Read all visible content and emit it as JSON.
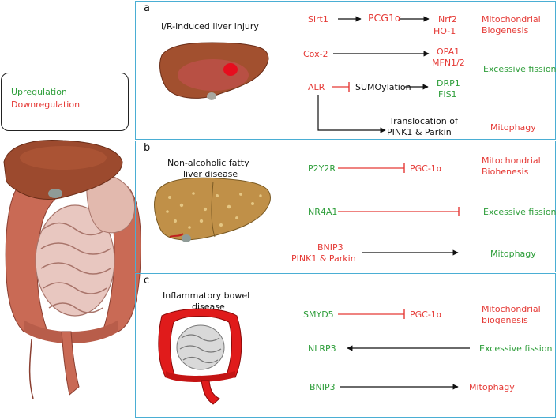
{
  "legend": {
    "up": "Upregulation",
    "down": "Downregulation"
  },
  "colors": {
    "upregulation": "#2e9e3a",
    "downregulation": "#e53935",
    "panel_border": "#4aaed4"
  },
  "panel_a": {
    "letter": "a",
    "title": "I/R-induced liver injury",
    "sirt1": "Sirt1",
    "pcg1a": "PCG1α",
    "nrf2": "Nrf2",
    "ho1": "HO-1",
    "mito_bio_1": "Mitochondrial",
    "mito_bio_2": "Biogenesis",
    "cox2": "Cox-2",
    "opa1": "OPA1",
    "mfn": "MFN1/2",
    "excessive_fission": "Excessive fission",
    "alr": "ALR",
    "sumoylation": "SUMOylation",
    "drp1": "DRP1",
    "fis1": "FIS1",
    "translocation_1": "Translocation of",
    "translocation_2": "PINK1 & Parkin",
    "mitophagy": "Mitophagy"
  },
  "panel_b": {
    "letter": "b",
    "title_1": "Non-alcoholic fatty",
    "title_2": "liver disease",
    "p2y2r": "P2Y2R",
    "pgc1a": "PGC-1α",
    "mito_bio_1": "Mitochondrial",
    "mito_bio_2": "Biohenesis",
    "nr4a1": "NR4A1",
    "excessive_fission": "Excessive fission",
    "bnip3": "BNIP3",
    "pink1_parkin": "PINK1 & Parkin",
    "mitophagy": "Mitophagy"
  },
  "panel_c": {
    "letter": "c",
    "title_1": "Inflammatory bowel",
    "title_2": "disease",
    "smyd5": "SMYD5",
    "pgc1a": "PGC-1α",
    "mito_bio_1": "Mitochondrial",
    "mito_bio_2": "biogenesis",
    "nlrp3": "NLRP3",
    "excessive_fission": "Excessive fission",
    "bnip3": "BNIP3",
    "mitophagy": "Mitophagy"
  },
  "icons": [
    "liver-gut-anatomy-illustration",
    "liver-injury-illustration",
    "fatty-liver-illustration",
    "inflamed-colon-illustration"
  ]
}
